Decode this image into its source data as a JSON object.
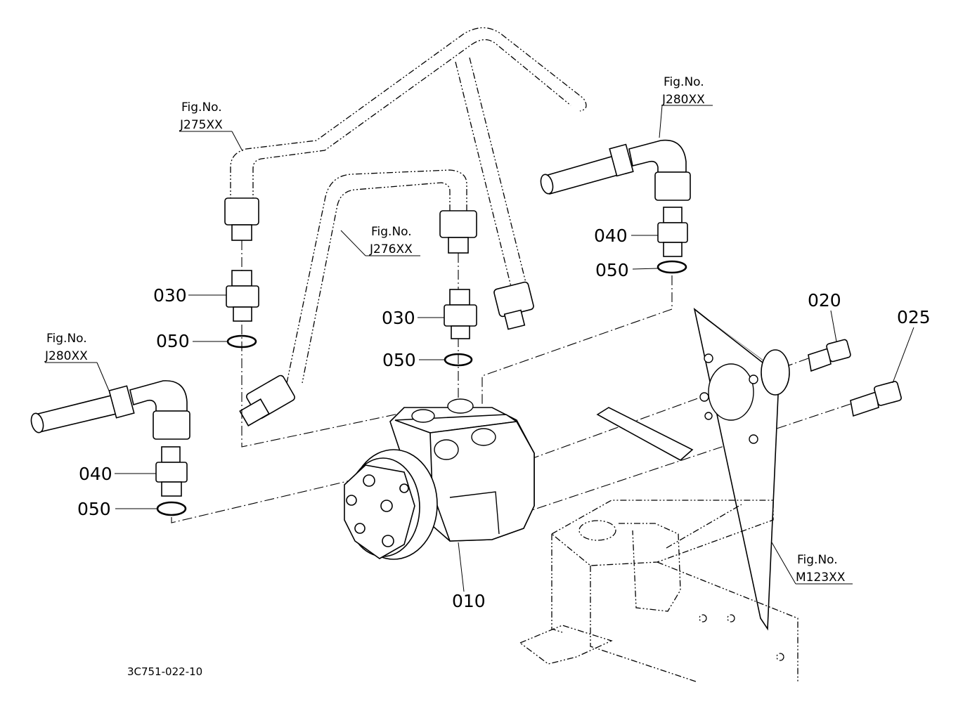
{
  "diagram": {
    "drawing_code": "3C751-022-10",
    "callouts": {
      "p010": "010",
      "p020": "020",
      "p025": "025",
      "p030_left": "030",
      "p030_center": "030",
      "p040_left": "040",
      "p040_right": "040",
      "p050_left_upper": "050",
      "p050_center": "050",
      "p050_right": "050",
      "p050_left_lower": "050"
    },
    "figure_refs": {
      "j275": {
        "label": "Fig.No.",
        "number": "J275XX"
      },
      "j276": {
        "label": "Fig.No.",
        "number": "J276XX"
      },
      "j280_right": {
        "label": "Fig.No.",
        "number": "J280XX"
      },
      "j280_left": {
        "label": "Fig.No.",
        "number": "J280XX"
      },
      "m123": {
        "label": "Fig.No.",
        "number": "M123XX"
      }
    }
  }
}
